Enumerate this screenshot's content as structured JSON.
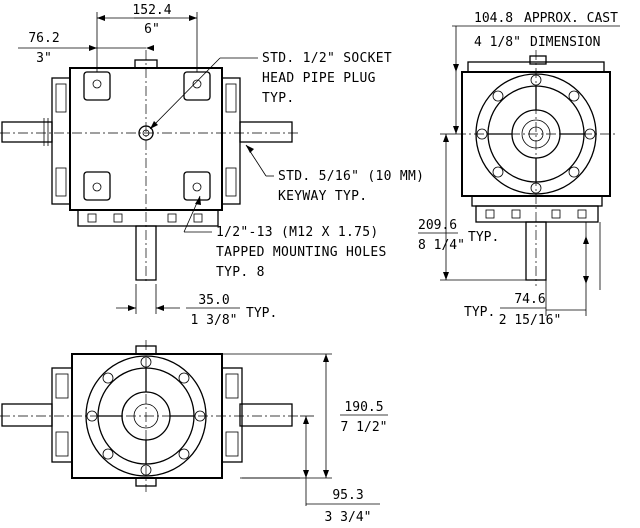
{
  "dimensions": {
    "dim_76_2": {
      "mm": "76.2",
      "in": "3\""
    },
    "dim_152_4": {
      "mm": "152.4",
      "in": "6\""
    },
    "dim_35_0": {
      "mm": "35.0",
      "in": "1 3/8\"",
      "suffix": "TYP."
    },
    "dim_104_8": {
      "mm": "104.8",
      "note": "APPROX. CAST",
      "in": "4 1/8\"",
      "note2": "DIMENSION"
    },
    "dim_209_6": {
      "mm": "209.6",
      "in": "8 1/4\"",
      "suffix": "TYP."
    },
    "dim_74_6": {
      "mm": "74.6",
      "in": "2 15/16\"",
      "prefix": "TYP."
    },
    "dim_190_5": {
      "mm": "190.5",
      "in": "7 1/2\""
    },
    "dim_95_3": {
      "mm": "95.3",
      "in": "3 3/4\""
    }
  },
  "notes": {
    "pipe_plug": [
      "STD. 1/2\" SOCKET",
      "HEAD PIPE PLUG",
      "TYP."
    ],
    "keyway": [
      "STD. 5/16\" (10 MM)",
      "KEYWAY TYP."
    ],
    "mounting": [
      "1/2\"-13 (M12 X 1.75)",
      "TAPPED MOUNTING HOLES",
      "TYP. 8"
    ]
  }
}
